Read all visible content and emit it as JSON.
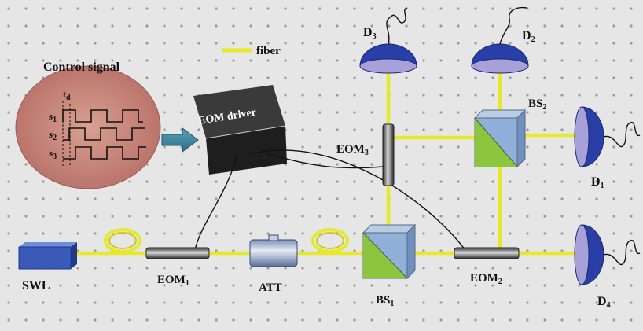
{
  "legend": {
    "label": "fiber"
  },
  "control": {
    "title": "Control signal",
    "td": "t",
    "td_sub": "d",
    "s1": "s",
    "s1_sub": "1",
    "s2": "s",
    "s2_sub": "2",
    "s3": "s",
    "s3_sub": "3"
  },
  "driver": {
    "label": "EOM driver"
  },
  "components": {
    "swl": "SWL",
    "att": "ATT",
    "eom1": "EOM",
    "eom1_sub": "1",
    "eom2": "EOM",
    "eom2_sub": "2",
    "eom3": "EOM",
    "eom3_sub": "3",
    "bs1": "BS",
    "bs1_sub": "1",
    "bs2": "BS",
    "bs2_sub": "2"
  },
  "detectors": {
    "d1": "D",
    "d1_sub": "1",
    "d2": "D",
    "d2_sub": "2",
    "d3": "D",
    "d3_sub": "3",
    "d4": "D",
    "d4_sub": "4"
  },
  "colors": {
    "fiber": "#e8e82a",
    "detector": "#2a3ea8",
    "ellipse": "#c98880",
    "eom_body": "#6a6a6a",
    "swl": "#3a5ab8",
    "bs_green": "#8cc63f",
    "bs_blue": "#8fb0d8"
  }
}
